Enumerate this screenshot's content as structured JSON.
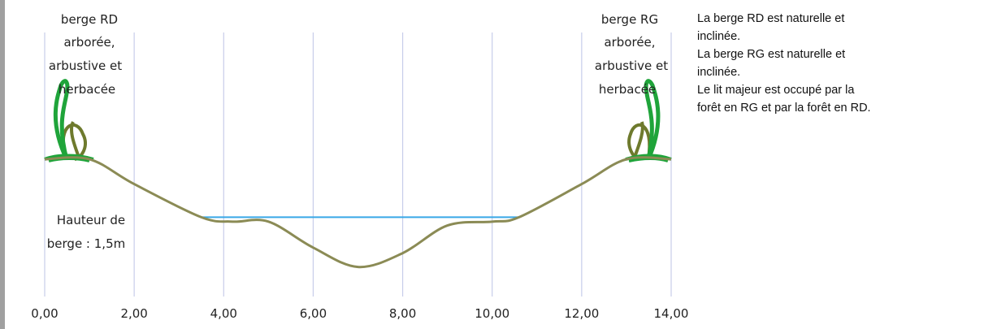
{
  "bank_left_label": [
    "berge RD",
    "arborée,",
    "arbustive et",
    "herbacée"
  ],
  "bank_right_label": [
    "berge RG",
    "arborée,",
    "arbustive et",
    "herbacée"
  ],
  "height_label": [
    "Hauteur de",
    "berge : 1,5m"
  ],
  "description": [
    "La berge RD est naturelle et",
    "inclinée.",
    "La berge RG est naturelle et",
    "inclinée.",
    "Le lit majeur est occupé par la",
    "forêt en RG et par la forêt en RD."
  ],
  "colors": {
    "ground": "#8b8b55",
    "water": "#39a8e6",
    "tree_green": "#1fa43a",
    "tree_olive": "#6e7a2d",
    "gridline": "#c7cdea"
  },
  "chart_data": {
    "type": "line",
    "xlabel": "",
    "ylabel": "",
    "xlim": [
      0,
      14
    ],
    "x_tick_labels": [
      "0,00",
      "2,00",
      "4,00",
      "6,00",
      "8,00",
      "10,00",
      "12,00",
      "14,00"
    ],
    "series": [
      {
        "x": [
          0.0,
          1.0,
          2.0,
          3.5,
          4.2,
          5.0,
          6.0,
          7.0,
          8.0,
          9.0,
          10.0,
          10.6,
          12.0,
          13.0,
          14.0
        ],
        "y": [
          0.0,
          0.0,
          -0.45,
          -1.05,
          -1.13,
          -1.13,
          -1.6,
          -1.95,
          -1.7,
          -1.2,
          -1.13,
          -1.05,
          -0.45,
          0.0,
          0.0
        ]
      },
      {
        "x": [
          3.5,
          10.6
        ],
        "y": [
          -1.05,
          -1.05
        ]
      }
    ]
  }
}
